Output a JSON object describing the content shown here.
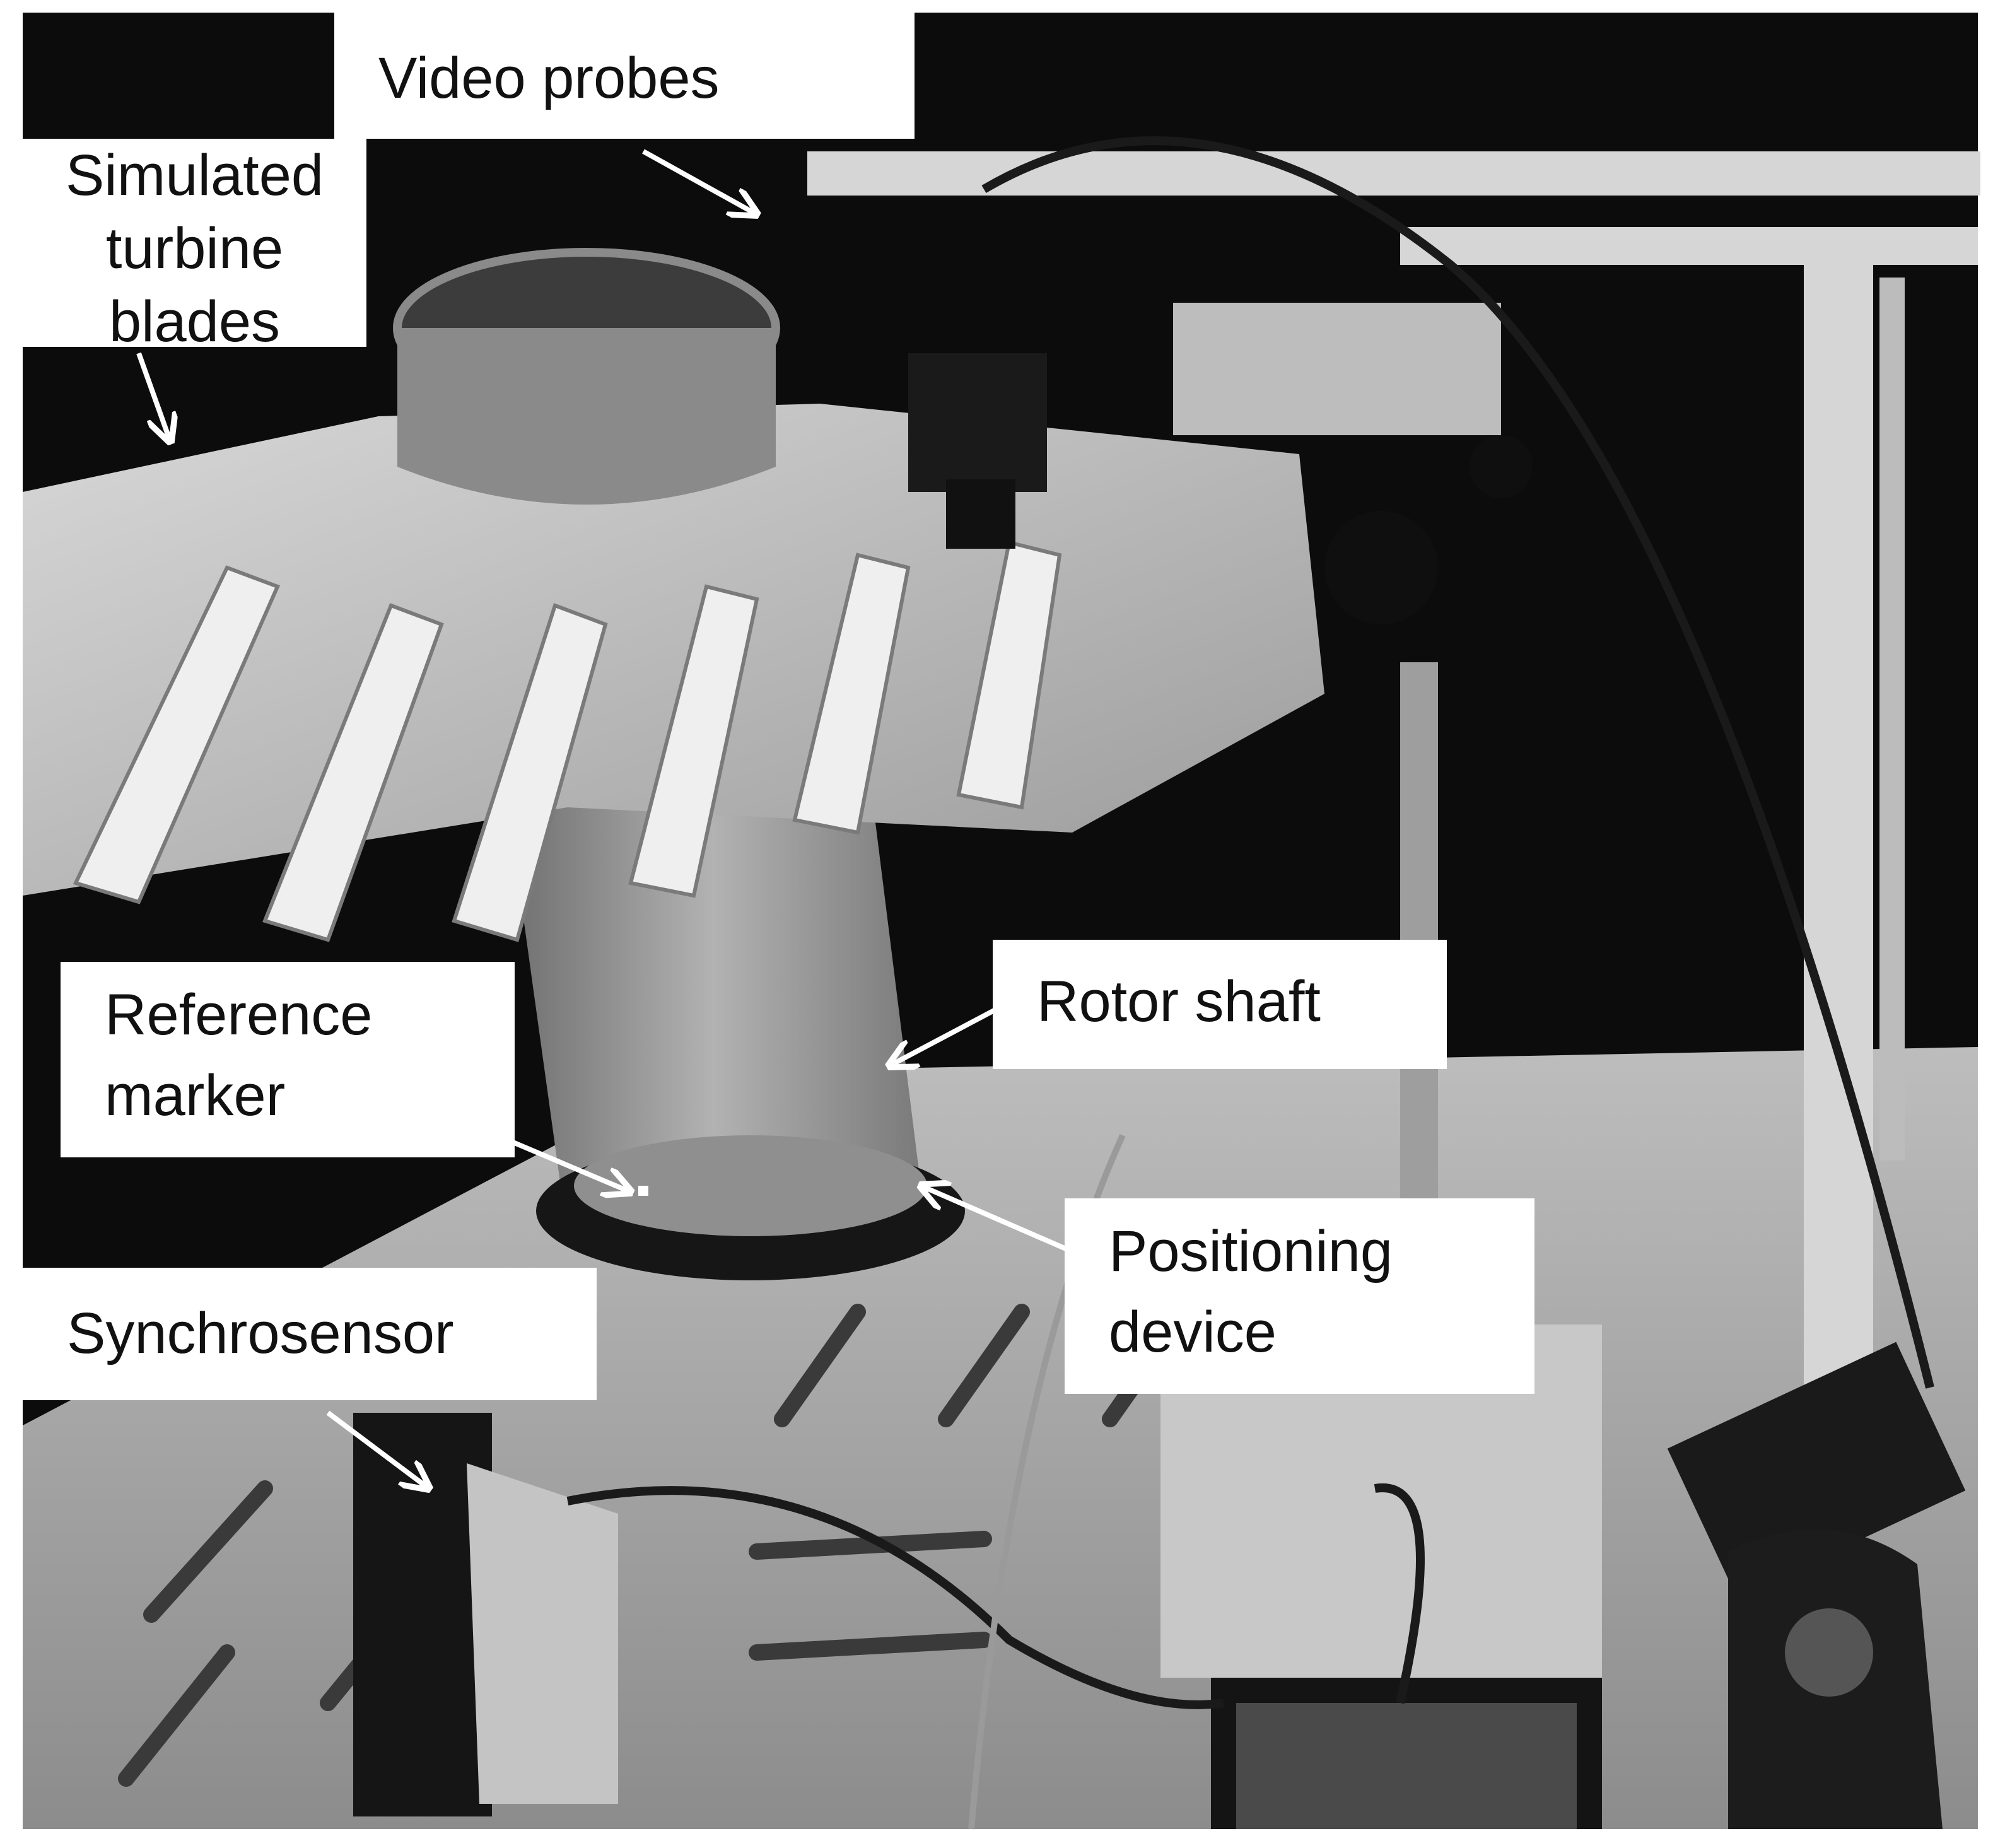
{
  "labels": {
    "video_probes": "Video probes",
    "simulated_turbine_blades": [
      "Simulated",
      "turbine",
      "blades"
    ],
    "reference_marker": [
      "Reference",
      "marker"
    ],
    "rotor_shaft": "Rotor shaft",
    "positioning_device": [
      "Positioning",
      "device"
    ],
    "synchrosensor": "Synchrosensor"
  },
  "colors": {
    "background": "#000000",
    "label_background": "#ffffff",
    "label_text": "#111111",
    "arrow": "#ffffff"
  }
}
